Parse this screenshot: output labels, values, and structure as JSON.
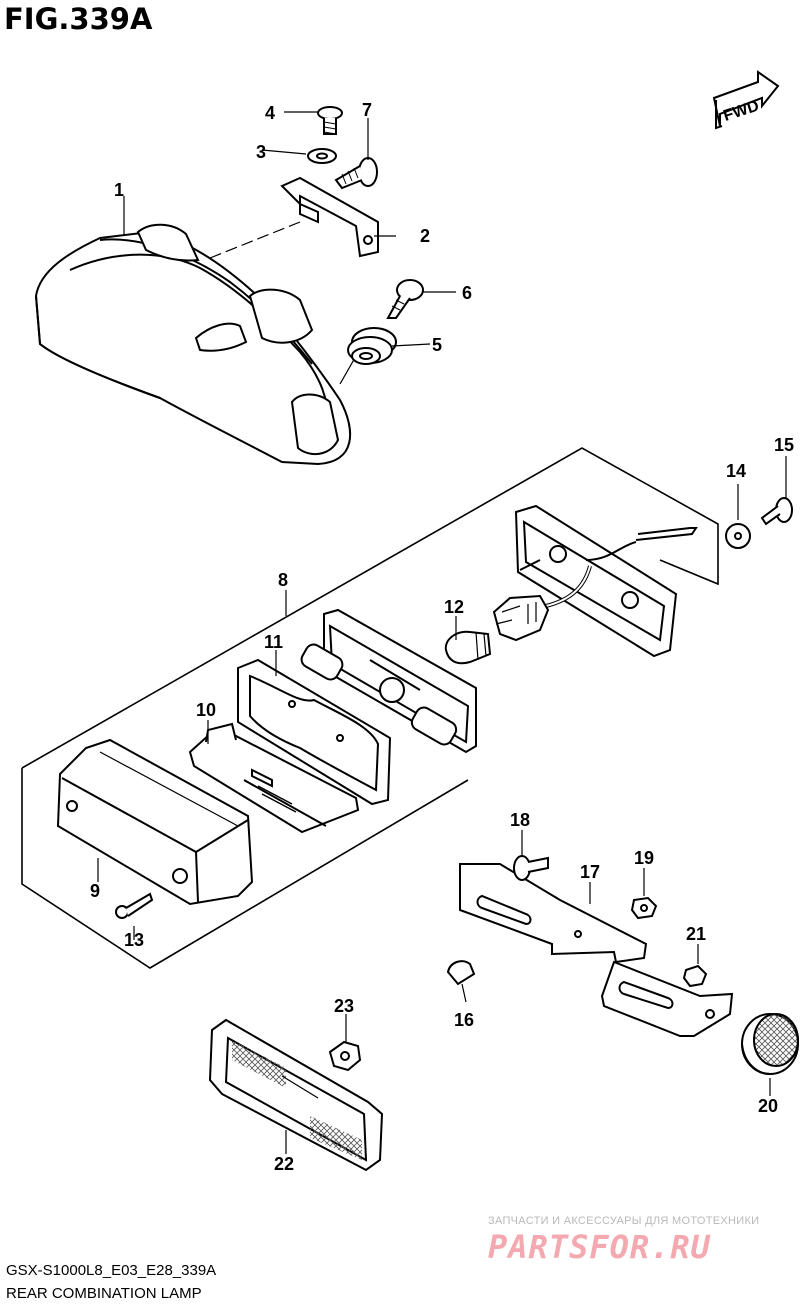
{
  "header": {
    "figure_title": "FIG.339A"
  },
  "forward_badge": {
    "label": "FWD"
  },
  "footer": {
    "diagram_code": "GSX-S1000L8_E03_E28_339A",
    "section_name": "REAR COMBINATION LAMP"
  },
  "watermark": {
    "tagline": "ЗАПЧАСТИ И АКСЕССУАРЫ ДЛЯ МОТОТЕХНИКИ",
    "logo_text": "PARTSFOR.RU"
  },
  "callouts": [
    {
      "number": "1"
    },
    {
      "number": "2"
    },
    {
      "number": "3"
    },
    {
      "number": "4"
    },
    {
      "number": "5"
    },
    {
      "number": "6"
    },
    {
      "number": "7"
    },
    {
      "number": "8"
    },
    {
      "number": "9"
    },
    {
      "number": "10"
    },
    {
      "number": "11"
    },
    {
      "number": "12"
    },
    {
      "number": "13"
    },
    {
      "number": "14"
    },
    {
      "number": "15"
    },
    {
      "number": "16"
    },
    {
      "number": "17"
    },
    {
      "number": "18"
    },
    {
      "number": "19"
    },
    {
      "number": "20"
    },
    {
      "number": "21"
    },
    {
      "number": "22"
    },
    {
      "number": "23"
    }
  ]
}
